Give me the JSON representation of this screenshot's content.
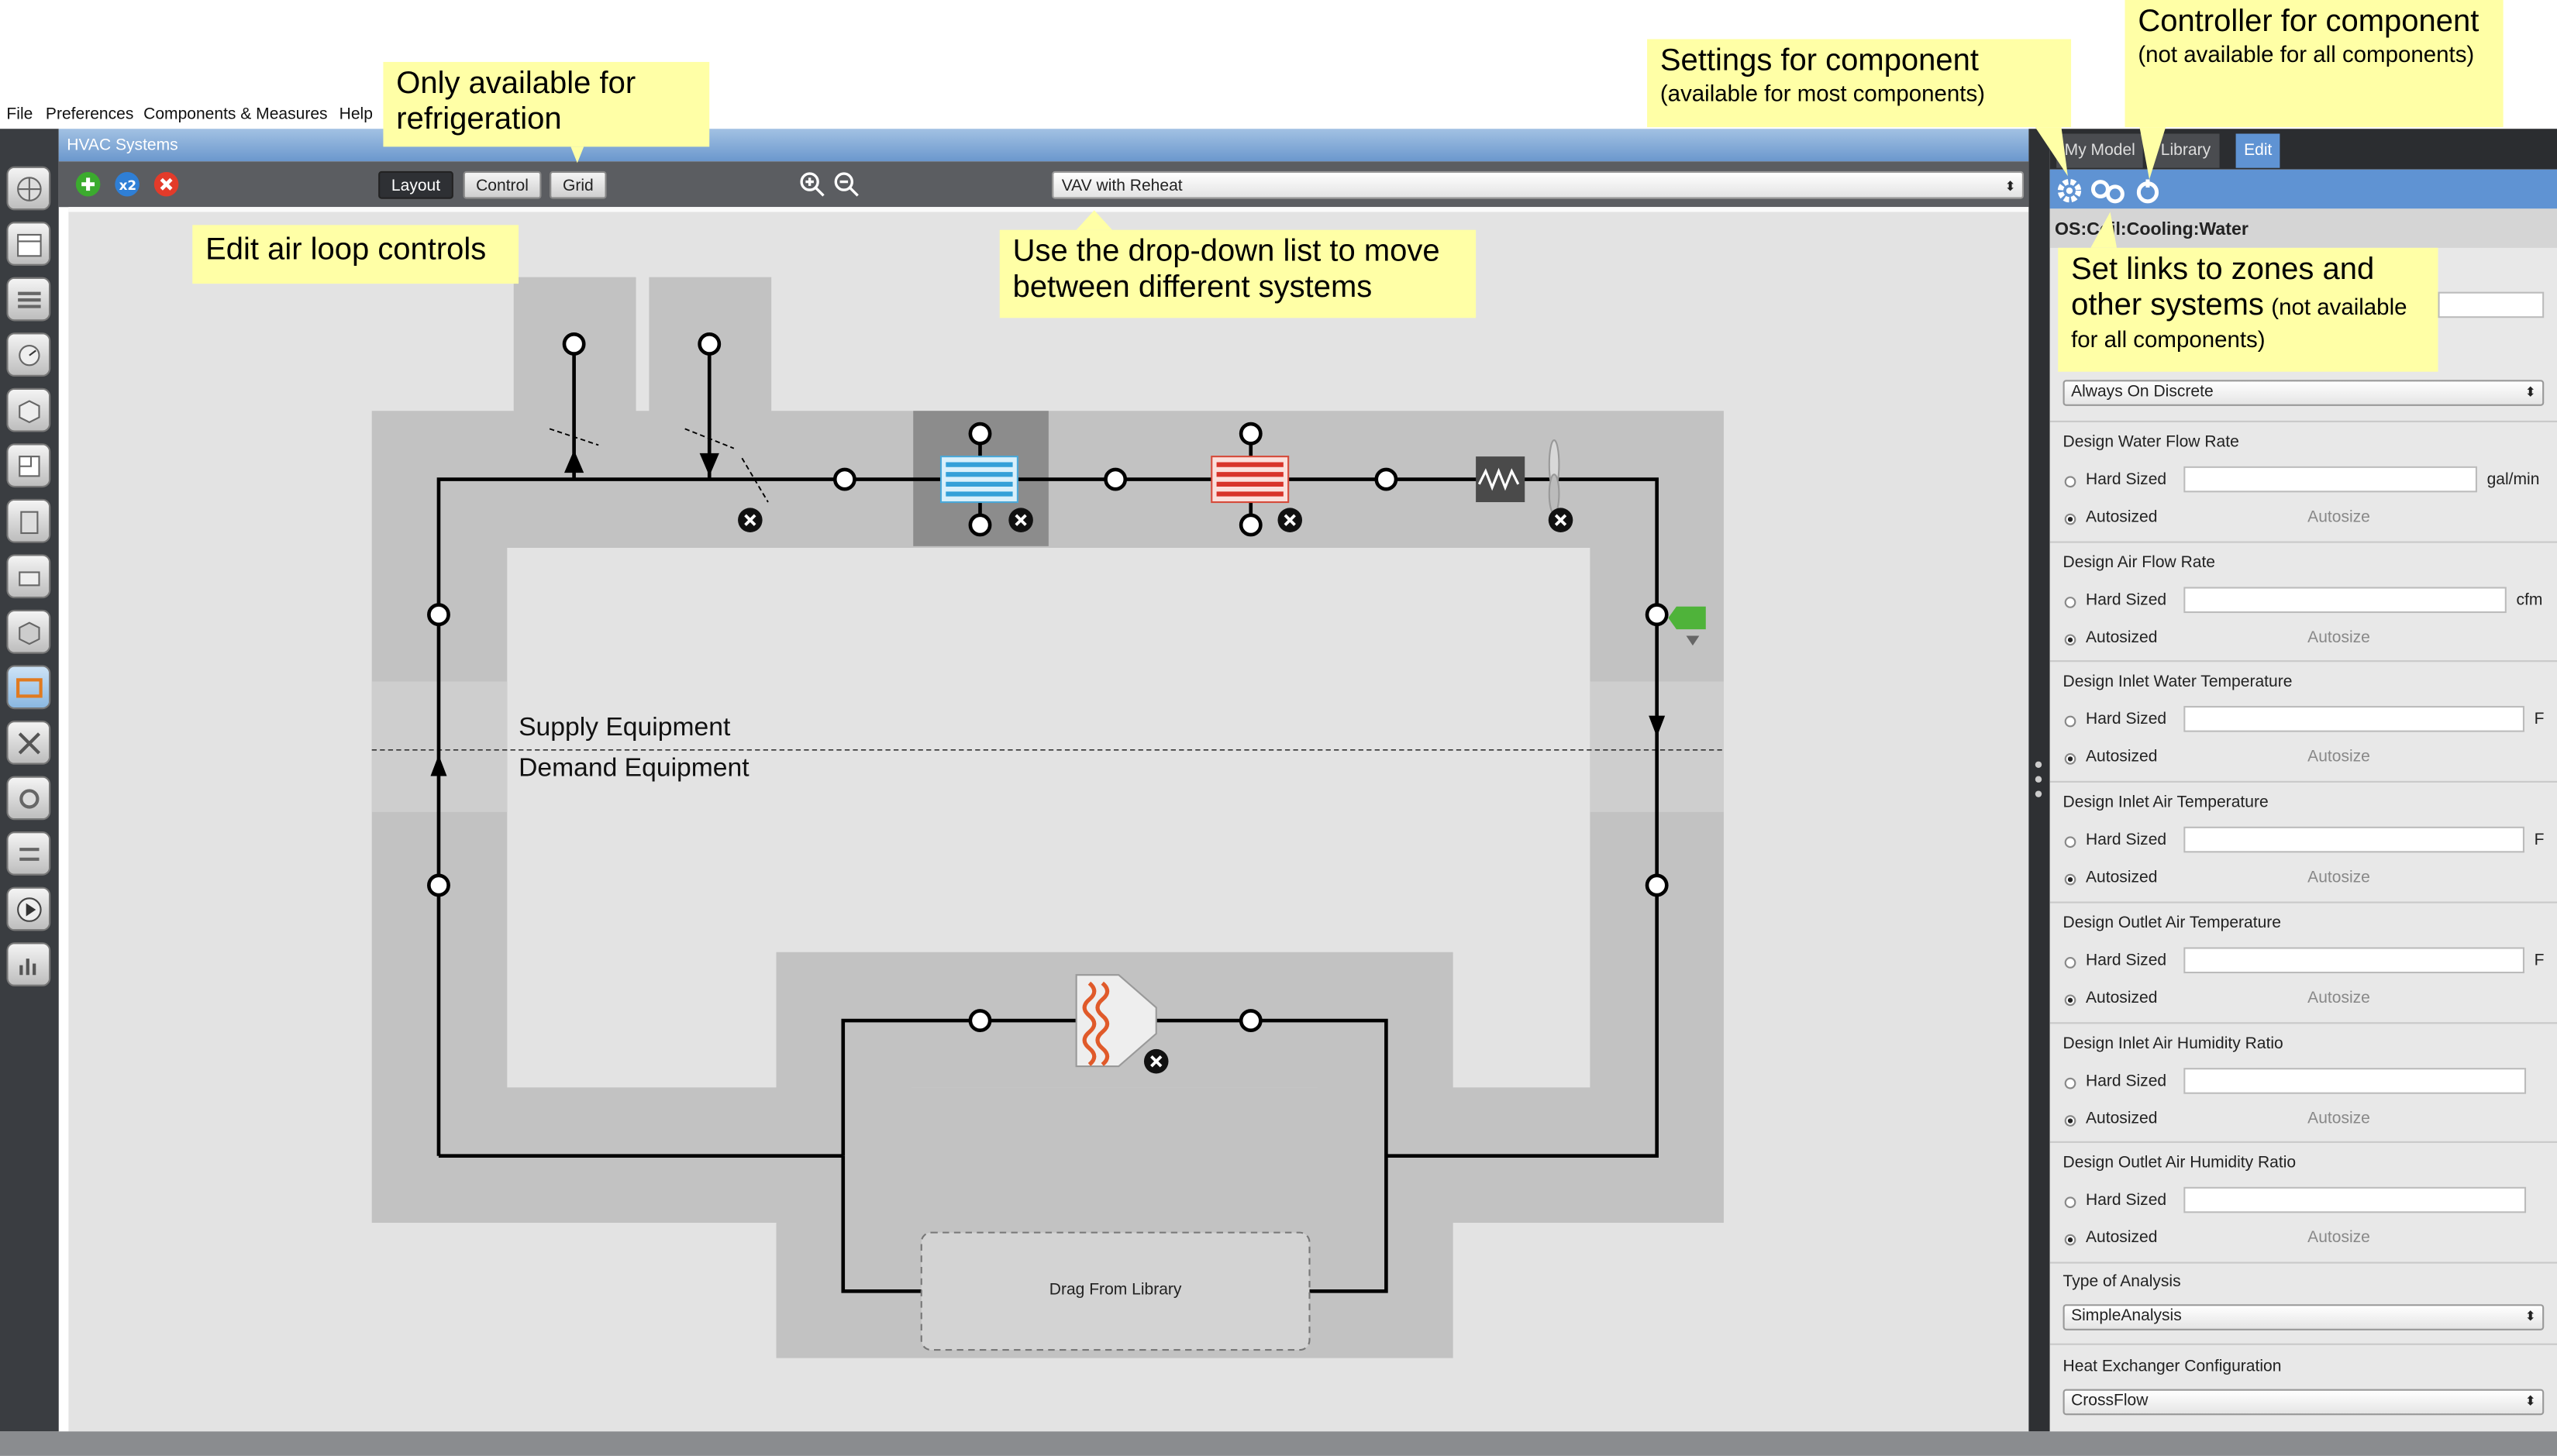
{
  "menu": {
    "file": "File",
    "preferences": "Preferences",
    "components": "Components & Measures",
    "help": "Help"
  },
  "main": {
    "title": "HVAC Systems",
    "toolbar": {
      "layout": "Layout",
      "control": "Control",
      "grid": "Grid",
      "system_select": "VAV with Reheat"
    },
    "canvas": {
      "supply_label": "Supply Equipment",
      "demand_label": "Demand Equipment",
      "drop_zone": "Drag From Library"
    }
  },
  "right_panel": {
    "tabs": [
      "My Model",
      "Library",
      "Edit"
    ],
    "component_title": "OS:Coil:Cooling:Water",
    "schedule_select": "Always On Discrete",
    "hard_sized": "Hard Sized",
    "autosized": "Autosized",
    "autosize": "Autosize",
    "properties": [
      {
        "name": "Design Water Flow Rate",
        "unit": "gal/min"
      },
      {
        "name": "Design Air Flow Rate",
        "unit": "cfm"
      },
      {
        "name": "Design Inlet Water Temperature",
        "unit": "F"
      },
      {
        "name": "Design Inlet Air Temperature",
        "unit": "F"
      },
      {
        "name": "Design Outlet Air Temperature",
        "unit": "F"
      },
      {
        "name": "Design Inlet Air Humidity Ratio",
        "unit": ""
      },
      {
        "name": "Design Outlet Air Humidity Ratio",
        "unit": ""
      }
    ],
    "analysis_label": "Type of Analysis",
    "analysis_value": "SimpleAnalysis",
    "hx_label": "Heat Exchanger Configuration",
    "hx_value": "CrossFlow"
  },
  "callouts": {
    "refrigeration": "Only available for refrigeration",
    "airloop": "Edit air loop controls",
    "dropdown": "Use the drop-down list to move between different systems",
    "settings_main": "Settings for component",
    "settings_sub": "(available for most components)",
    "controller_main": "Controller for component",
    "controller_sub": "(not available for all components)",
    "links_main": "Set links to zones and other systems",
    "links_sub": "(not available for all components)"
  },
  "colors": {
    "header_blue": "#7aa2d3",
    "callout_yellow": "#ffffa6",
    "loop_gray": "#c2c2c2",
    "node_black": "#000000"
  }
}
